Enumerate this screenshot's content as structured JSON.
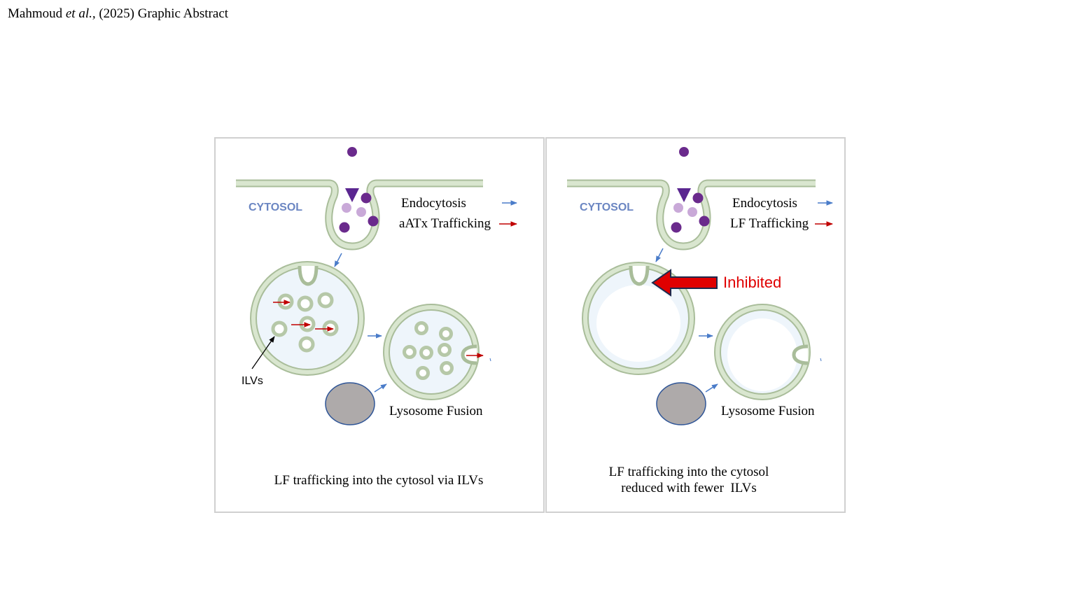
{
  "header": {
    "author": "Mahmoud",
    "etal": "et al.,",
    "rest": "(2025) Graphic Abstract"
  },
  "panels": [
    {
      "cytosol_label": "CYTOSOL",
      "legend": [
        {
          "label": "Endocytosis",
          "color": "#4a7cc9"
        },
        {
          "label": "aATx Trafficking",
          "color": "#c00000"
        }
      ],
      "ilv_label": "ILVs",
      "lysosome_label": "Lysosome Fusion",
      "caption": [
        "LF trafficking into the cytosol via ILVs"
      ]
    },
    {
      "cytosol_label": "CYTOSOL",
      "legend": [
        {
          "label": "Endocytosis",
          "color": "#4a7cc9"
        },
        {
          "label": "LF Trafficking",
          "color": "#c00000"
        }
      ],
      "inhibited_label": "Inhibited",
      "lysosome_label": "Lysosome Fusion",
      "caption": [
        "LF trafficking into the cytosol",
        "reduced with fewer  ILVs"
      ]
    }
  ],
  "colors": {
    "membrane_fill": "#d9e6cf",
    "membrane_stroke": "#a9bd9a",
    "lumen": "#eef5fb",
    "purple": "#6a2a8c",
    "light_purple": "#c9a9d8",
    "lysosome": "#aeaaaa",
    "lysosome_border": "#2f5597",
    "inhibited": "#e00000"
  }
}
